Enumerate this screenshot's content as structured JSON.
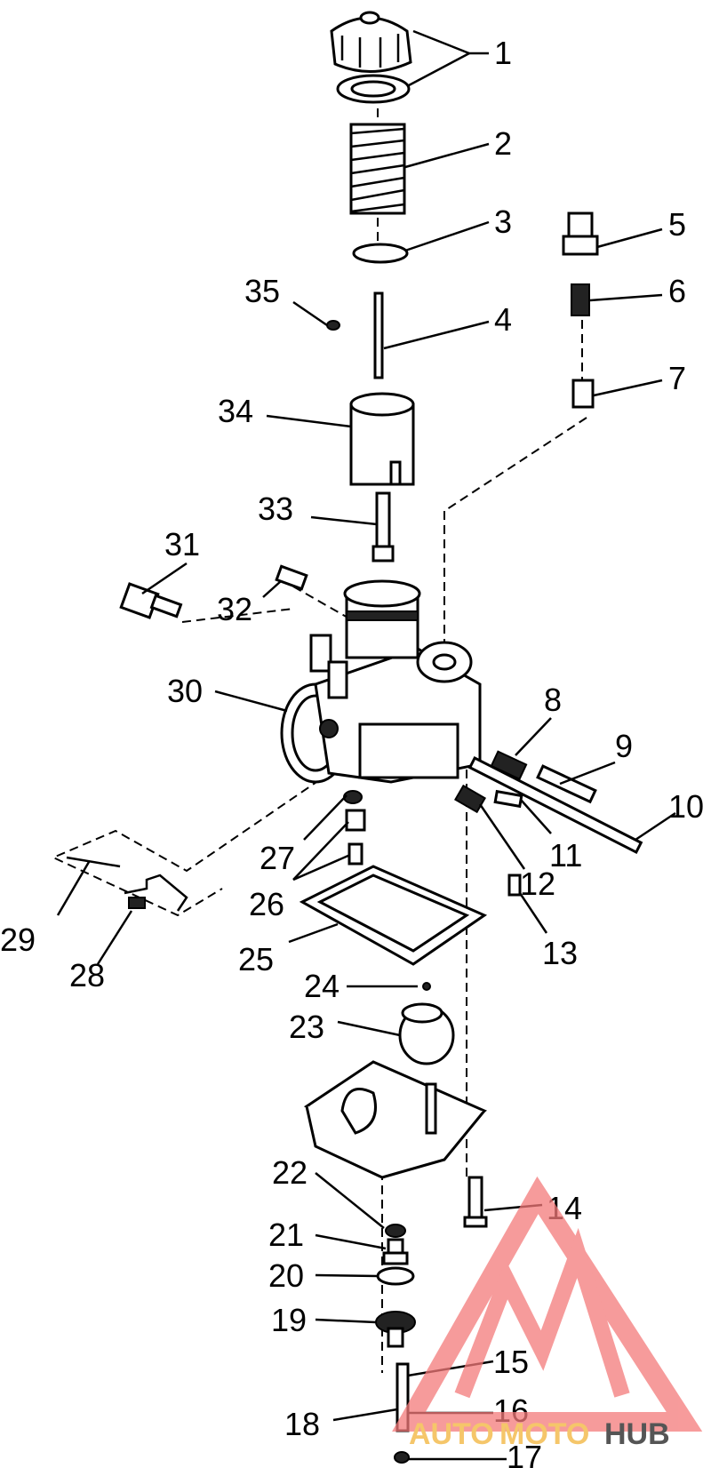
{
  "callouts": [
    "1",
    "2",
    "3",
    "4",
    "5",
    "6",
    "7",
    "8",
    "9",
    "10",
    "11",
    "12",
    "13",
    "14",
    "15",
    "16",
    "17",
    "18",
    "19",
    "20",
    "21",
    "22",
    "23",
    "24",
    "25",
    "26",
    "27",
    "28",
    "29",
    "30",
    "31",
    "32",
    "33",
    "34",
    "35"
  ],
  "watermark": {
    "brand_a": "AUTO",
    "brand_b": "MOTO",
    "brand_c": "HUB",
    "color_logo": "#f47a7a",
    "color_a": "#f5c66a",
    "color_c": "#555555"
  }
}
